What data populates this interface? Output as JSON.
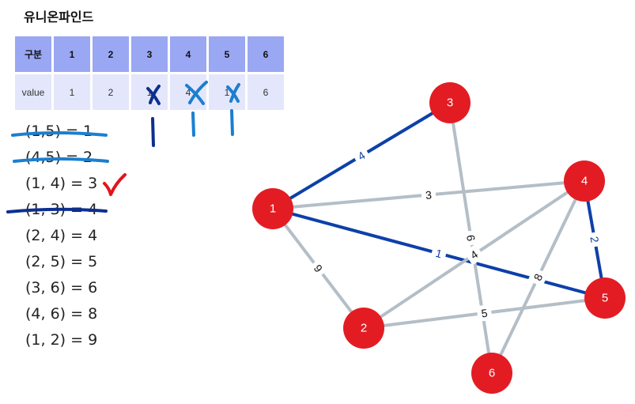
{
  "title": "유니온파인드",
  "table": {
    "header": [
      "구분",
      "1",
      "2",
      "3",
      "4",
      "5",
      "6"
    ],
    "values": [
      "value",
      "1",
      "2",
      "1",
      "4",
      "1",
      "6"
    ]
  },
  "edge_list": [
    {
      "text": "(1,5) = 1",
      "mark": "strike"
    },
    {
      "text": "(4,5) = 2",
      "mark": "strike"
    },
    {
      "text": "(1, 4) = 3",
      "mark": "check"
    },
    {
      "text": "(1, 3) = 4",
      "mark": "strike"
    },
    {
      "text": "(2, 4) = 4",
      "mark": "none"
    },
    {
      "text": "(2, 5) = 5",
      "mark": "none"
    },
    {
      "text": "(3, 6) = 6",
      "mark": "none"
    },
    {
      "text": "(4, 6) = 8",
      "mark": "none"
    },
    {
      "text": "(1, 2) = 9",
      "mark": "none"
    }
  ],
  "graph": {
    "node_color": "#e31c23",
    "selected_edge_color": "#0d40a8",
    "unselected_edge_color": "#b4bec7",
    "nodes": [
      {
        "id": "1",
        "label": "1"
      },
      {
        "id": "2",
        "label": "2"
      },
      {
        "id": "3",
        "label": "3"
      },
      {
        "id": "4",
        "label": "4"
      },
      {
        "id": "5",
        "label": "5"
      },
      {
        "id": "6",
        "label": "6"
      }
    ],
    "edges": [
      {
        "from": "1",
        "to": "5",
        "weight": "1",
        "selected": true
      },
      {
        "from": "4",
        "to": "5",
        "weight": "2",
        "selected": true
      },
      {
        "from": "1",
        "to": "4",
        "weight": "3",
        "selected": false
      },
      {
        "from": "1",
        "to": "3",
        "weight": "4",
        "selected": true
      },
      {
        "from": "2",
        "to": "4",
        "weight": "4",
        "selected": false
      },
      {
        "from": "2",
        "to": "5",
        "weight": "5",
        "selected": false
      },
      {
        "from": "3",
        "to": "6",
        "weight": "6",
        "selected": false
      },
      {
        "from": "4",
        "to": "6",
        "weight": "8",
        "selected": false
      },
      {
        "from": "1",
        "to": "2",
        "weight": "9",
        "selected": false
      }
    ]
  }
}
